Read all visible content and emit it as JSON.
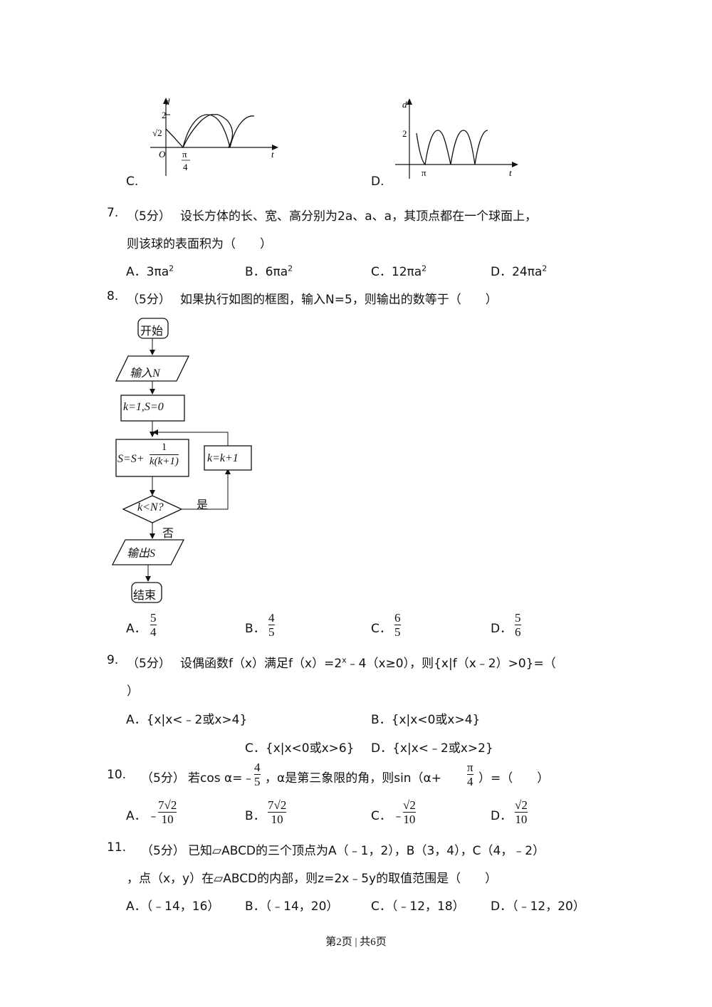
{
  "graph_c": {
    "label": "C.",
    "y_axis": "d",
    "x_axis": "t",
    "origin": "O",
    "y_top": "2",
    "y_mid": "√2",
    "x_num": "π",
    "x_den": "4"
  },
  "graph_d": {
    "label": "D.",
    "y_axis": "d",
    "x_axis": "t",
    "y_top": "2",
    "x_tick": "π"
  },
  "q7": {
    "num": "7.",
    "score": "（5分）",
    "text1": "设长方体的长、宽、高分别为2a、a、a，其顶点都在一个球面上，",
    "text2": "则该球的表面积为（　　）",
    "options": [
      {
        "label": "A．",
        "value": "3πa",
        "exp": "2"
      },
      {
        "label": "B．",
        "value": "6πa",
        "exp": "2"
      },
      {
        "label": "C．",
        "value": "12πa",
        "exp": "2"
      },
      {
        "label": "D．",
        "value": "24πa",
        "exp": "2"
      }
    ]
  },
  "q8": {
    "num": "8.",
    "score": "（5分）",
    "text": "如果执行如图的框图，输入N=5，则输出的数等于（　　）",
    "flow": {
      "start": "开始",
      "input": "输入N",
      "init": "k=1,S=0",
      "update_left": "S=S+",
      "update_num": "1",
      "update_den": "k(k+1)",
      "increment": "k=k+1",
      "condition": "k<N?",
      "yes": "是",
      "no": "否",
      "output": "输出S",
      "end": "结束"
    },
    "options": [
      {
        "label": "A．",
        "num": "5",
        "den": "4"
      },
      {
        "label": "B．",
        "num": "4",
        "den": "5"
      },
      {
        "label": "C．",
        "num": "6",
        "den": "5"
      },
      {
        "label": "D．",
        "num": "5",
        "den": "6"
      }
    ]
  },
  "q9": {
    "num": "9.",
    "score": "（5分）",
    "text1": "设偶函数f（x）满足f（x）=2",
    "exp": "x",
    "text2": "﹣4（x≥0），则{x|f（x﹣2）>0}=（",
    "text3": "）",
    "options": [
      {
        "label": "A．",
        "value": "{x|x<﹣2或x>4}"
      },
      {
        "label": "B．",
        "value": "{x|x<0或x>4}"
      },
      {
        "label": "C．",
        "value": "{x|x<0或x>6}"
      },
      {
        "label": "D．",
        "value": "{x|x<﹣2或x>2}"
      }
    ]
  },
  "q10": {
    "num": "10.",
    "score": "（5分）",
    "text1": "若cos α=﹣",
    "frac1_num": "4",
    "frac1_den": "5",
    "text2": "，α是第三象限的角，则sin（α+",
    "frac2_num": "π",
    "frac2_den": "4",
    "text3": "）=（　　）",
    "options": [
      {
        "label": "A．",
        "sign": "﹣",
        "num": "7√2",
        "den": "10"
      },
      {
        "label": "B．",
        "sign": "",
        "num": "7√2",
        "den": "10"
      },
      {
        "label": "C．",
        "sign": "﹣",
        "num": "√2",
        "den": "10"
      },
      {
        "label": "D．",
        "sign": "",
        "num": "√2",
        "den": "10"
      }
    ]
  },
  "q11": {
    "num": "11.",
    "score": "（5分）",
    "text1": "已知▱ABCD的三个顶点为A（﹣1，2），B（3，4），C（4，﹣2）",
    "text2": "，点（x，y）在▱ABCD的内部，则z=2x﹣5y的取值范围是（　　）",
    "options": [
      {
        "label": "A．",
        "value": "（﹣14，16）"
      },
      {
        "label": "B．",
        "value": "（﹣14，20）"
      },
      {
        "label": "C．",
        "value": "（﹣12，18）"
      },
      {
        "label": "D．",
        "value": "（﹣12，20）"
      }
    ]
  },
  "footer": "第2页 | 共6页"
}
